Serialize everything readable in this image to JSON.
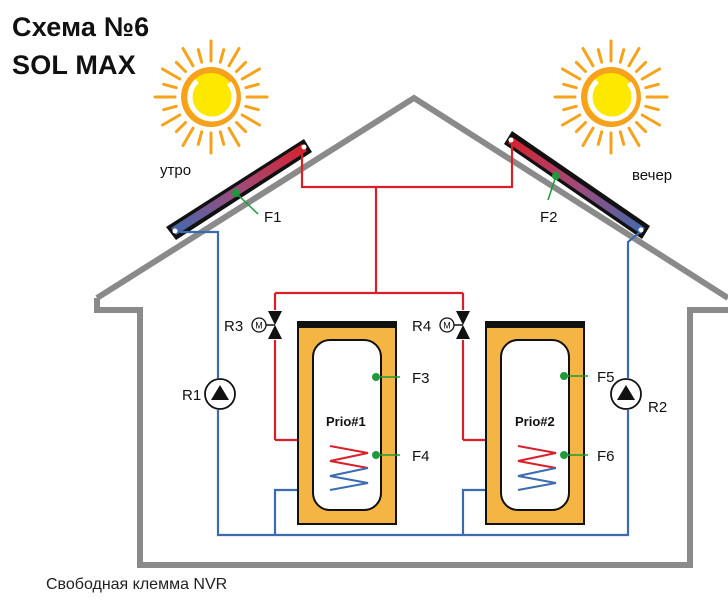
{
  "title": {
    "line1": "Схема №6",
    "line2": "SOL MAX"
  },
  "labels": {
    "morning": "утро",
    "evening": "вечер",
    "collector_sensor_left": "F1",
    "collector_sensor_right": "F2",
    "tank1_sensor_top": "F3",
    "tank1_sensor_bottom": "F4",
    "tank2_sensor_top": "F5",
    "tank2_sensor_bottom": "F6",
    "pump_left": "R1",
    "pump_right": "R2",
    "valve_left": "R3",
    "valve_right": "R4",
    "valve_motor_symbol": "M",
    "tank1": "Prio#1",
    "tank2": "Prio#2"
  },
  "footer": "Свободная клемма NVR",
  "colors": {
    "house_outline": "#8a8a8a",
    "hot_pipe": "#d9202a",
    "cold_pipe": "#3d6bb0",
    "sensor": "#1e9a3a",
    "tank_shell": "#f5b544",
    "sun_rays": "#f7a21b",
    "sun_core": "#ffe800"
  }
}
